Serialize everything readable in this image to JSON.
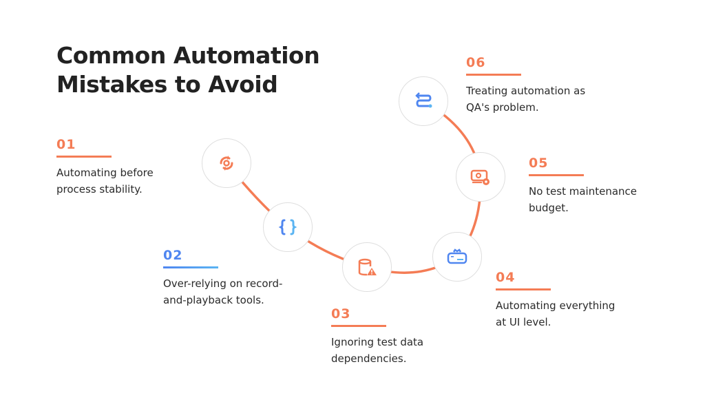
{
  "title": {
    "line1": "Common Automation",
    "line2": "Mistakes to Avoid"
  },
  "colors": {
    "accent": "#f47c55",
    "blue": "#4f86f0",
    "text": "#2a2a2a"
  },
  "steps": [
    {
      "num": "01",
      "line1": "Automating before",
      "line2": "process stability.",
      "icon": "gear-sync-icon"
    },
    {
      "num": "02",
      "line1": "Over-relying on record-",
      "line2": "and-playback tools.",
      "icon": "curly-braces-icon"
    },
    {
      "num": "03",
      "line1": "Ignoring test data",
      "line2": "dependencies.",
      "icon": "database-warning-icon"
    },
    {
      "num": "04",
      "line1": "Automating everything",
      "line2": "at UI level.",
      "icon": "ui-window-icon"
    },
    {
      "num": "05",
      "line1": "No test maintenance",
      "line2": "budget.",
      "icon": "money-gear-icon"
    },
    {
      "num": "06",
      "line1": "Treating automation as",
      "line2": "QA's problem.",
      "icon": "route-arrows-icon"
    }
  ]
}
